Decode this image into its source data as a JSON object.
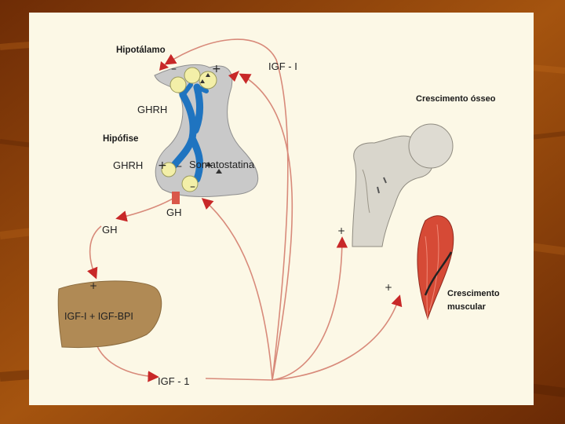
{
  "labels": {
    "hipotalamo": "Hipotálamo",
    "hipofise": "Hipófise",
    "ghrh_top": "GHRH",
    "ghrh_bottom": "GHRH",
    "somatostatina": "Somatostatina",
    "gh_pituitary": "GH",
    "gh_left": "GH",
    "igf_top": "IGF - I",
    "liver_label": "IGF-I + IGF-BPI",
    "igf_bottom": "IGF - 1",
    "crescimento_osseo": "Crescimento ósseo",
    "crescimento_muscular_1": "Crescimento",
    "crescimento_muscular_2": "muscular"
  },
  "signs": {
    "hipotalamo_minus": "–",
    "hipotalamo_plus": "+",
    "pituitary_plus": "+",
    "pituitary_minus": "–",
    "pituitary_minus_2": "–",
    "liver_plus": "+",
    "bone_plus": "+",
    "muscle_plus": "+"
  },
  "colors": {
    "arrow": "#c82828",
    "line": "#d88a7a",
    "pituitary": "#c9c9c9",
    "portal": "#1f74c0",
    "neuron": "#f3efa8",
    "liver": "#b08a55",
    "bone": "#d9d6cc",
    "muscle": "#d64a36"
  }
}
